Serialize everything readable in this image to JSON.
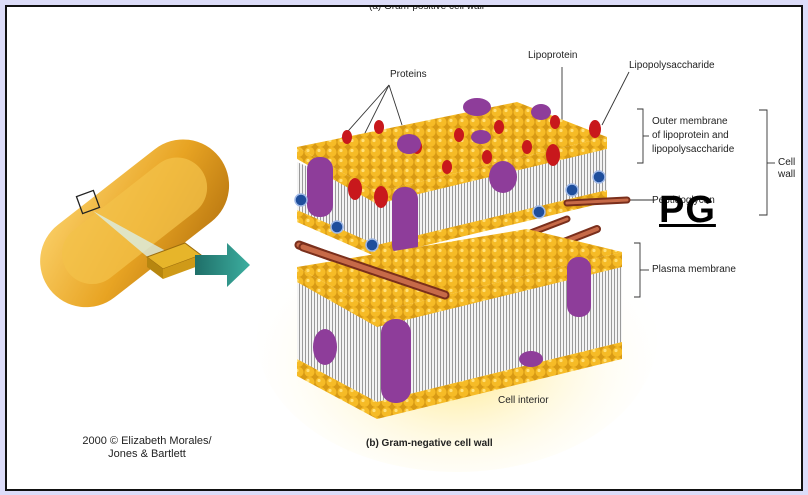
{
  "labels": {
    "top_caption": "(a) Gram-positive cell wall",
    "proteins": "Proteins",
    "lipoprotein": "Lipoprotein",
    "lipopolysaccharide": "Lipopolysaccharide",
    "outer_membrane": [
      "Outer membrane",
      "of lipoprotein and",
      "lipopolysaccharide"
    ],
    "cell_wall": [
      "Cell",
      "wall"
    ],
    "peptidoglycan": "Peptidoglycan",
    "plasma_membrane": "Plasma membrane",
    "cell_interior": "Cell interior",
    "caption": "(b) Gram-negative cell wall"
  },
  "overlay_text": "PG",
  "copyright": [
    "2000 © Elizabeth Morales/",
    "Jones & Bartlett"
  ],
  "colors": {
    "page_background": "#dcdcf8",
    "lipid_head": "#f2b21e",
    "protein": "#8e3d9a",
    "lipoprotein": "#c8181c",
    "peptidoglycan_strand": "#a8452a",
    "channel_protein": "#1e4e9c",
    "bacterium": "#e8a423",
    "arrow": "#2f8f86",
    "glow": "#ffe98a"
  }
}
